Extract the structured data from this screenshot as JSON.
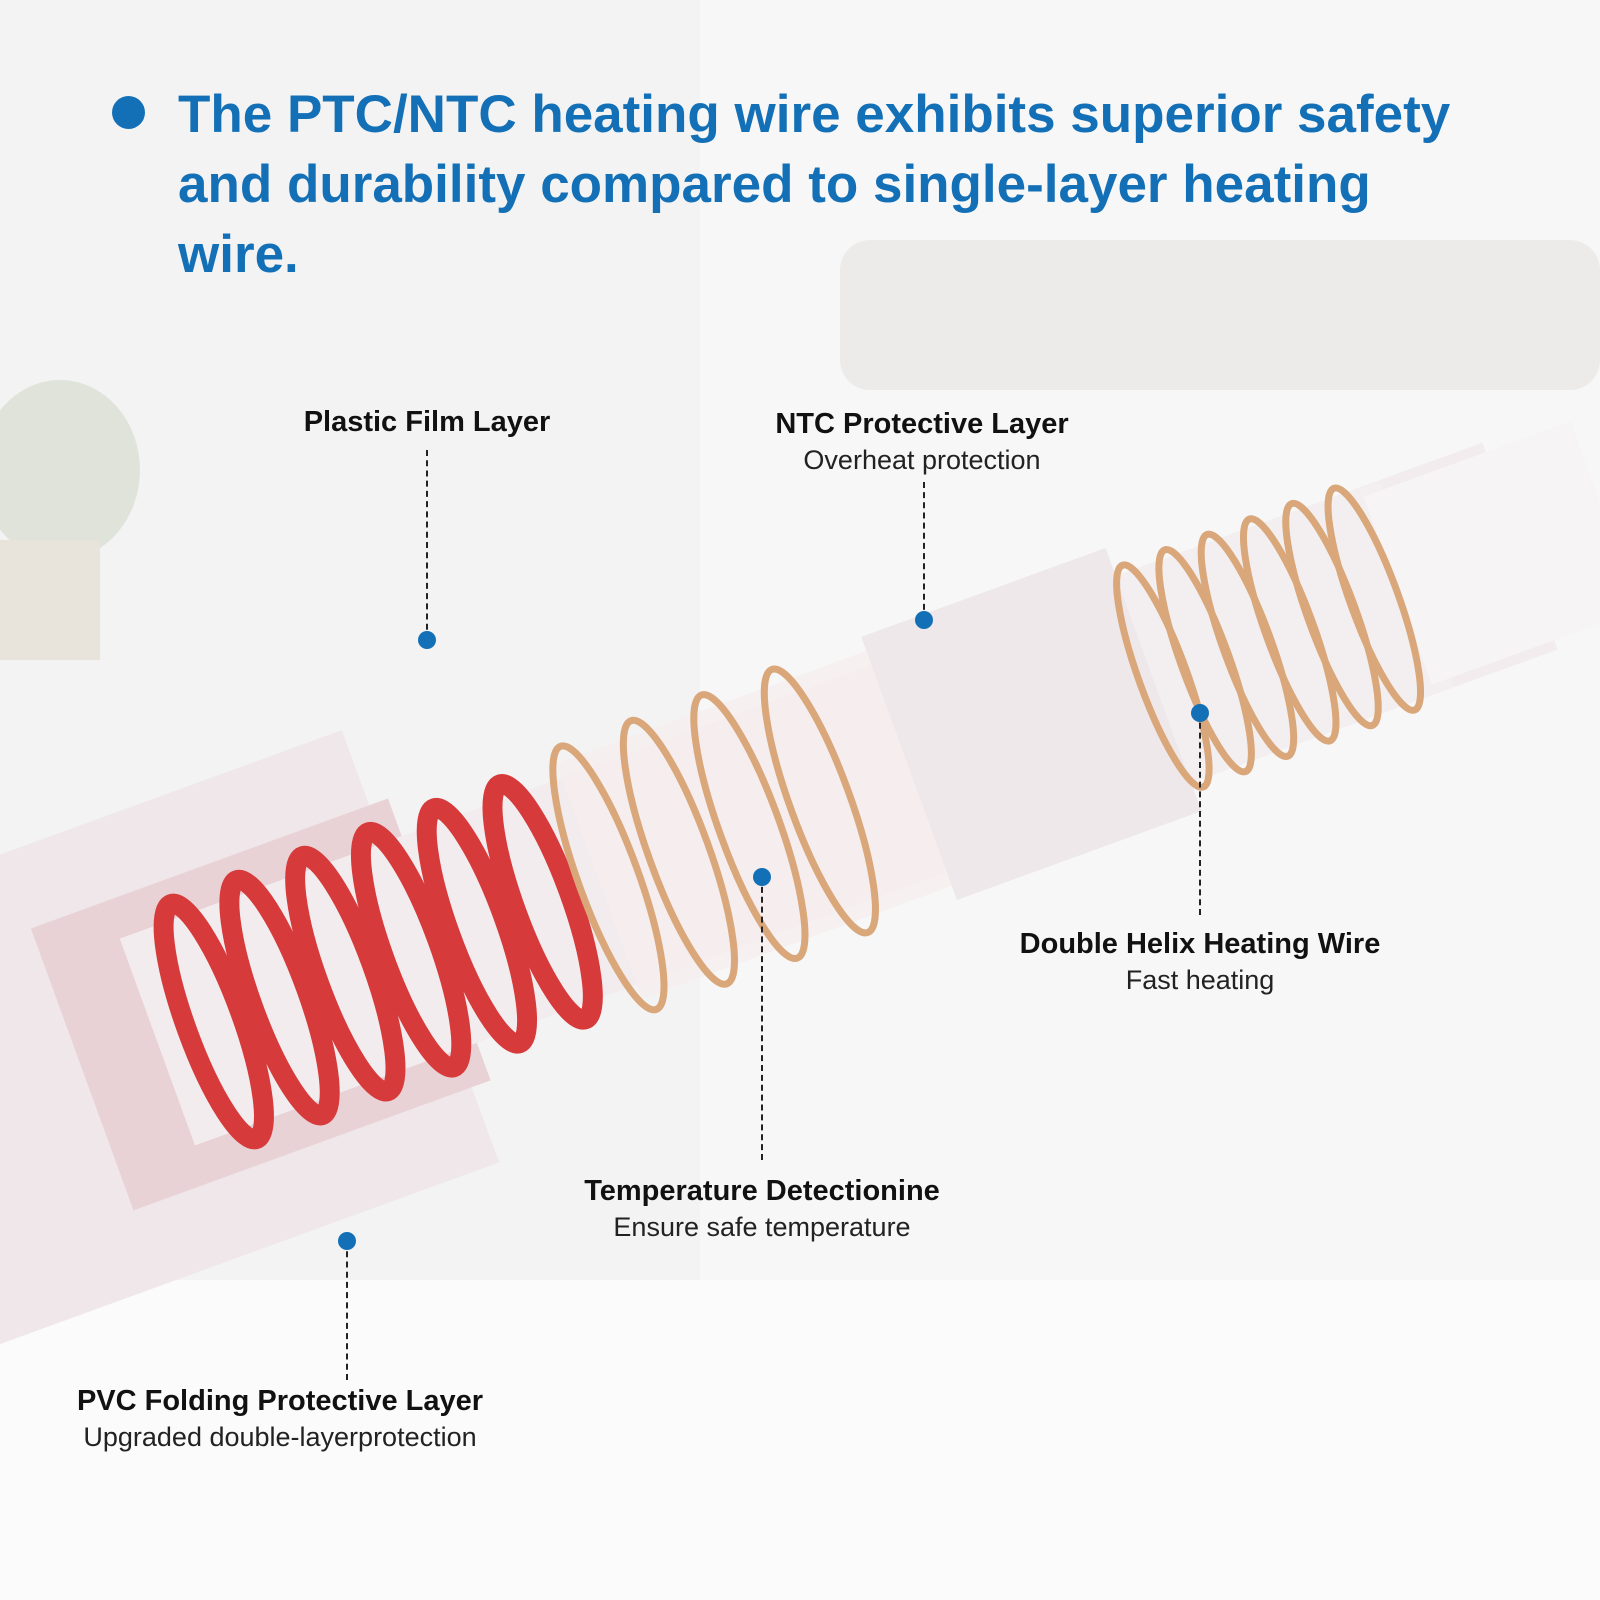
{
  "headline": "The PTC/NTC heating wire exhibits superior safety and durability compared to single-layer heating wire.",
  "callouts": [
    {
      "title": "Plastic Film Layer",
      "subtitle": ""
    },
    {
      "title": "NTC Protective Layer",
      "subtitle": "Overheat protection"
    },
    {
      "title": "Double Helix Heating Wire",
      "subtitle": "Fast heating"
    },
    {
      "title": "Temperature Detectionine",
      "subtitle": "Ensure safe temperature"
    },
    {
      "title": "PVC Folding Protective Layer",
      "subtitle": "Upgraded double-layerprotection"
    }
  ],
  "colors": {
    "accent": "#1470b6",
    "red_wire": "#d83a3a",
    "copper_wire": "#d9a77a"
  }
}
